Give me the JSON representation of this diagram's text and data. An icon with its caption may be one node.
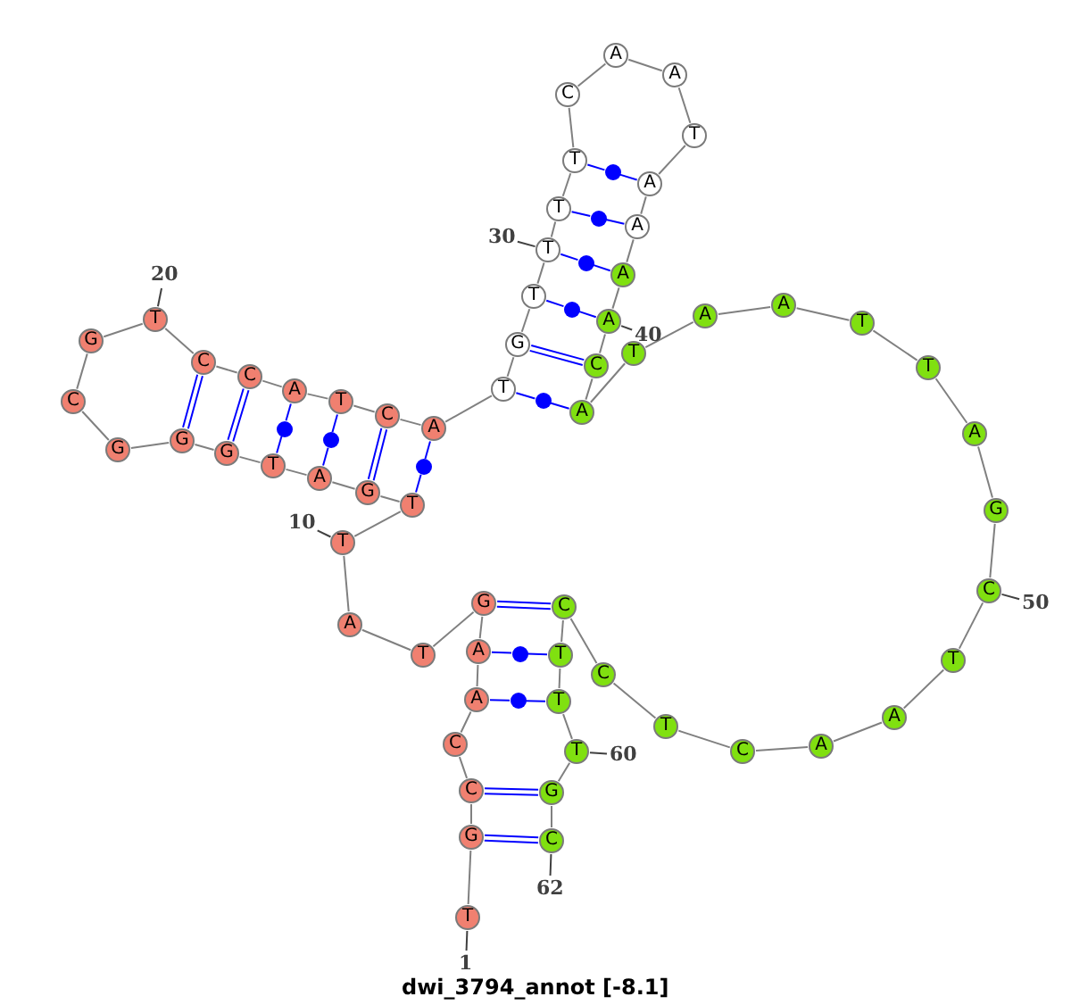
{
  "diagram": {
    "title": "dwi_3794_annot [-8.1]",
    "nodes": [
      {
        "text": [
          "T"
        ]
      },
      {
        "text": [
          "G"
        ]
      },
      {
        "text": [
          "C"
        ]
      },
      {
        "text": [
          "C"
        ]
      },
      {
        "text": [
          "A"
        ]
      },
      {
        "text": [
          "A"
        ]
      },
      {
        "text": [
          "G"
        ]
      },
      {
        "text": [
          "T"
        ]
      },
      {
        "text": [
          "A"
        ]
      },
      {
        "text": [
          "T"
        ]
      },
      {
        "text": [
          "T"
        ]
      },
      {
        "text": [
          "G"
        ]
      },
      {
        "text": [
          "A"
        ]
      },
      {
        "text": [
          "T"
        ]
      },
      {
        "text": [
          "G"
        ]
      },
      {
        "text": [
          "G"
        ]
      },
      {
        "text": [
          "G"
        ]
      },
      {
        "text": [
          "C"
        ]
      },
      {
        "text": [
          "G"
        ]
      },
      {
        "text": [
          "T"
        ]
      },
      {
        "text": [
          "C"
        ]
      },
      {
        "text": [
          "C"
        ]
      },
      {
        "text": [
          "A"
        ]
      },
      {
        "text": [
          "T"
        ]
      },
      {
        "text": [
          "C"
        ]
      },
      {
        "text": [
          "A"
        ]
      },
      {
        "text": [
          "T"
        ]
      },
      {
        "text": [
          "G"
        ]
      },
      {
        "text": [
          "T"
        ]
      },
      {
        "text": [
          "T"
        ]
      },
      {
        "text": [
          "T"
        ]
      },
      {
        "text": [
          "T"
        ]
      },
      {
        "text": [
          "C"
        ]
      },
      {
        "text": [
          "A"
        ]
      },
      {
        "text": [
          "A"
        ]
      },
      {
        "text": [
          "T"
        ]
      },
      {
        "text": [
          "A"
        ]
      },
      {
        "text": [
          "A"
        ]
      },
      {
        "text": [
          "A"
        ]
      },
      {
        "text": [
          "A"
        ]
      },
      {
        "text": [
          "C"
        ]
      },
      {
        "text": [
          "A"
        ]
      },
      {
        "text": [
          "T"
        ]
      },
      {
        "text": [
          "A"
        ]
      },
      {
        "text": [
          "A"
        ]
      },
      {
        "text": [
          "T"
        ]
      },
      {
        "text": [
          "T"
        ]
      },
      {
        "text": [
          "A"
        ]
      },
      {
        "text": [
          "G"
        ]
      },
      {
        "text": [
          "C"
        ]
      },
      {
        "text": [
          "T"
        ]
      },
      {
        "text": [
          "A"
        ]
      },
      {
        "text": [
          "A"
        ]
      },
      {
        "text": [
          "C"
        ]
      },
      {
        "text": [
          "T"
        ]
      },
      {
        "text": [
          "C"
        ]
      },
      {
        "text": [
          "C"
        ]
      },
      {
        "text": [
          "T"
        ]
      },
      {
        "text": [
          "T"
        ]
      },
      {
        "text": [
          "T"
        ]
      },
      {
        "text": [
          "G"
        ]
      },
      {
        "text": [
          "C"
        ]
      },
      {
        "text": [
          "1"
        ]
      },
      {
        "text": [
          "10"
        ]
      },
      {
        "text": [
          "20"
        ]
      },
      {
        "text": [
          "30"
        ]
      },
      {
        "text": [
          "40"
        ]
      },
      {
        "text": [
          "50"
        ]
      },
      {
        "text": [
          "60"
        ]
      },
      {
        "text": [
          "62"
        ]
      },
      {
        "text": [],
        "shape": "circle"
      },
      {
        "text": [],
        "shape": "circle"
      },
      {
        "text": [],
        "shape": "circle"
      },
      {
        "text": [],
        "shape": "circle"
      },
      {
        "text": [],
        "shape": "circle"
      },
      {
        "text": [],
        "shape": "circle"
      },
      {
        "text": [],
        "shape": "circle"
      },
      {
        "text": [],
        "shape": "circle"
      },
      {
        "text": [],
        "shape": "circle"
      },
      {
        "text": [],
        "shape": "circle"
      }
    ],
    "edges": [
      {
        "from": 0,
        "to": 1,
        "arrow": "none"
      },
      {
        "from": 1,
        "to": 2,
        "arrow": "none"
      },
      {
        "from": 2,
        "to": 3,
        "arrow": "none"
      },
      {
        "from": 3,
        "to": 4,
        "arrow": "none"
      },
      {
        "from": 4,
        "to": 5,
        "arrow": "none"
      },
      {
        "from": 5,
        "to": 6,
        "arrow": "none"
      },
      {
        "from": 6,
        "to": 7,
        "arrow": "none"
      },
      {
        "from": 7,
        "to": 8,
        "arrow": "none"
      },
      {
        "from": 8,
        "to": 9,
        "arrow": "none"
      },
      {
        "from": 9,
        "to": 10,
        "arrow": "none"
      },
      {
        "from": 10,
        "to": 11,
        "arrow": "none"
      },
      {
        "from": 11,
        "to": 12,
        "arrow": "none"
      },
      {
        "from": 12,
        "to": 13,
        "arrow": "none"
      },
      {
        "from": 13,
        "to": 14,
        "arrow": "none"
      },
      {
        "from": 14,
        "to": 15,
        "arrow": "none"
      },
      {
        "from": 15,
        "to": 16,
        "arrow": "none"
      },
      {
        "from": 16,
        "to": 17,
        "arrow": "none"
      },
      {
        "from": 17,
        "to": 18,
        "arrow": "none"
      },
      {
        "from": 18,
        "to": 19,
        "arrow": "none"
      },
      {
        "from": 19,
        "to": 20,
        "arrow": "none"
      },
      {
        "from": 20,
        "to": 21,
        "arrow": "none"
      },
      {
        "from": 21,
        "to": 22,
        "arrow": "none"
      },
      {
        "from": 22,
        "to": 23,
        "arrow": "none"
      },
      {
        "from": 23,
        "to": 24,
        "arrow": "none"
      },
      {
        "from": 24,
        "to": 25,
        "arrow": "none"
      },
      {
        "from": 25,
        "to": 26,
        "arrow": "none"
      },
      {
        "from": 26,
        "to": 27,
        "arrow": "none"
      },
      {
        "from": 27,
        "to": 28,
        "arrow": "none"
      },
      {
        "from": 28,
        "to": 29,
        "arrow": "none"
      },
      {
        "from": 29,
        "to": 30,
        "arrow": "none"
      },
      {
        "from": 30,
        "to": 31,
        "arrow": "none"
      },
      {
        "from": 31,
        "to": 32,
        "arrow": "none"
      },
      {
        "from": 32,
        "to": 33,
        "arrow": "none"
      },
      {
        "from": 33,
        "to": 34,
        "arrow": "none"
      },
      {
        "from": 34,
        "to": 35,
        "arrow": "none"
      },
      {
        "from": 35,
        "to": 36,
        "arrow": "none"
      },
      {
        "from": 36,
        "to": 37,
        "arrow": "none"
      },
      {
        "from": 37,
        "to": 38,
        "arrow": "none"
      },
      {
        "from": 38,
        "to": 39,
        "arrow": "none"
      },
      {
        "from": 39,
        "to": 40,
        "arrow": "none"
      },
      {
        "from": 40,
        "to": 41,
        "arrow": "none"
      },
      {
        "from": 41,
        "to": 42,
        "arrow": "none"
      },
      {
        "from": 42,
        "to": 43,
        "arrow": "none"
      },
      {
        "from": 43,
        "to": 44,
        "arrow": "none"
      },
      {
        "from": 44,
        "to": 45,
        "arrow": "none"
      },
      {
        "from": 45,
        "to": 46,
        "arrow": "none"
      },
      {
        "from": 46,
        "to": 47,
        "arrow": "none"
      },
      {
        "from": 47,
        "to": 48,
        "arrow": "none"
      },
      {
        "from": 48,
        "to": 49,
        "arrow": "none"
      },
      {
        "from": 49,
        "to": 50,
        "arrow": "none"
      },
      {
        "from": 50,
        "to": 51,
        "arrow": "none"
      },
      {
        "from": 51,
        "to": 52,
        "arrow": "none"
      },
      {
        "from": 52,
        "to": 53,
        "arrow": "none"
      },
      {
        "from": 53,
        "to": 54,
        "arrow": "none"
      },
      {
        "from": 54,
        "to": 55,
        "arrow": "none"
      },
      {
        "from": 55,
        "to": 56,
        "arrow": "none"
      },
      {
        "from": 56,
        "to": 57,
        "arrow": "none"
      },
      {
        "from": 57,
        "to": 58,
        "arrow": "none"
      },
      {
        "from": 58,
        "to": 59,
        "arrow": "none"
      },
      {
        "from": 59,
        "to": 60,
        "arrow": "none"
      },
      {
        "from": 60,
        "to": 61,
        "arrow": "none"
      },
      {
        "from": 1,
        "to": 61,
        "arrow": "none",
        "color": "#0000ff"
      },
      {
        "from": 2,
        "to": 60,
        "arrow": "none",
        "color": "#0000ff"
      },
      {
        "from": 4,
        "to": 79,
        "arrow": "none",
        "color": "#0000ff"
      },
      {
        "from": 79,
        "to": 58,
        "arrow": "none",
        "color": "#0000ff"
      },
      {
        "from": 5,
        "to": 78,
        "arrow": "none",
        "color": "#0000ff"
      },
      {
        "from": 78,
        "to": 57,
        "arrow": "none",
        "color": "#0000ff"
      },
      {
        "from": 6,
        "to": 56,
        "arrow": "none",
        "color": "#0000ff"
      },
      {
        "from": 10,
        "to": 77,
        "arrow": "none",
        "color": "#0000ff"
      },
      {
        "from": 77,
        "to": 25,
        "arrow": "none",
        "color": "#0000ff"
      },
      {
        "from": 11,
        "to": 24,
        "arrow": "none",
        "color": "#0000ff"
      },
      {
        "from": 12,
        "to": 76,
        "arrow": "none",
        "color": "#0000ff"
      },
      {
        "from": 76,
        "to": 23,
        "arrow": "none",
        "color": "#0000ff"
      },
      {
        "from": 13,
        "to": 75,
        "arrow": "none",
        "color": "#0000ff"
      },
      {
        "from": 75,
        "to": 22,
        "arrow": "none",
        "color": "#0000ff"
      },
      {
        "from": 14,
        "to": 21,
        "arrow": "none",
        "color": "#0000ff"
      },
      {
        "from": 15,
        "to": 20,
        "arrow": "none",
        "color": "#0000ff"
      },
      {
        "from": 26,
        "to": 74,
        "arrow": "none",
        "color": "#0000ff"
      },
      {
        "from": 74,
        "to": 41,
        "arrow": "none",
        "color": "#0000ff"
      },
      {
        "from": 27,
        "to": 40,
        "arrow": "none",
        "color": "#0000ff"
      },
      {
        "from": 28,
        "to": 73,
        "arrow": "none",
        "color": "#0000ff"
      },
      {
        "from": 73,
        "to": 39,
        "arrow": "none",
        "color": "#0000ff"
      },
      {
        "from": 29,
        "to": 72,
        "arrow": "none",
        "color": "#0000ff"
      },
      {
        "from": 72,
        "to": 38,
        "arrow": "none",
        "color": "#0000ff"
      },
      {
        "from": 30,
        "to": 71,
        "arrow": "none",
        "color": "#0000ff"
      },
      {
        "from": 71,
        "to": 37,
        "arrow": "none",
        "color": "#0000ff"
      },
      {
        "from": 31,
        "to": 70,
        "arrow": "none",
        "color": "#0000ff"
      },
      {
        "from": 70,
        "to": 36,
        "arrow": "none",
        "color": "#0000ff"
      },
      {
        "from": 62,
        "to": 0,
        "arrow": "none",
        "color": "#404040"
      },
      {
        "from": 63,
        "to": 9,
        "arrow": "none",
        "color": "#404040"
      },
      {
        "from": 64,
        "to": 19,
        "arrow": "none",
        "color": "#404040"
      },
      {
        "from": 65,
        "to": 29,
        "arrow": "none",
        "color": "#404040"
      },
      {
        "from": 66,
        "to": 39,
        "arrow": "none",
        "color": "#404040"
      },
      {
        "from": 67,
        "to": 49,
        "arrow": "none",
        "color": "#404040"
      },
      {
        "from": 68,
        "to": 59,
        "arrow": "none",
        "color": "#404040"
      },
      {
        "from": 69,
        "to": 61,
        "arrow": "none",
        "color": "#404040"
      }
    ]
  }
}
